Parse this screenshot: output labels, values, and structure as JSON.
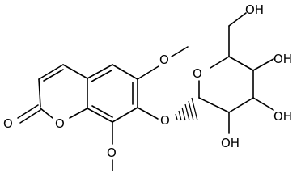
{
  "molecule": {
    "labels": {
      "carbonyl_o": "O",
      "ring_o": "O",
      "ome_top_o": "O",
      "ome_bottom_o": "O",
      "glyco_o": "O",
      "sugar_ring_o": "O",
      "oh_ch2": "OH",
      "oh_4": "OH",
      "oh_3": "OH",
      "oh_2": "OH"
    },
    "colors": {
      "bond": "#000000",
      "background": "#ffffff"
    }
  }
}
